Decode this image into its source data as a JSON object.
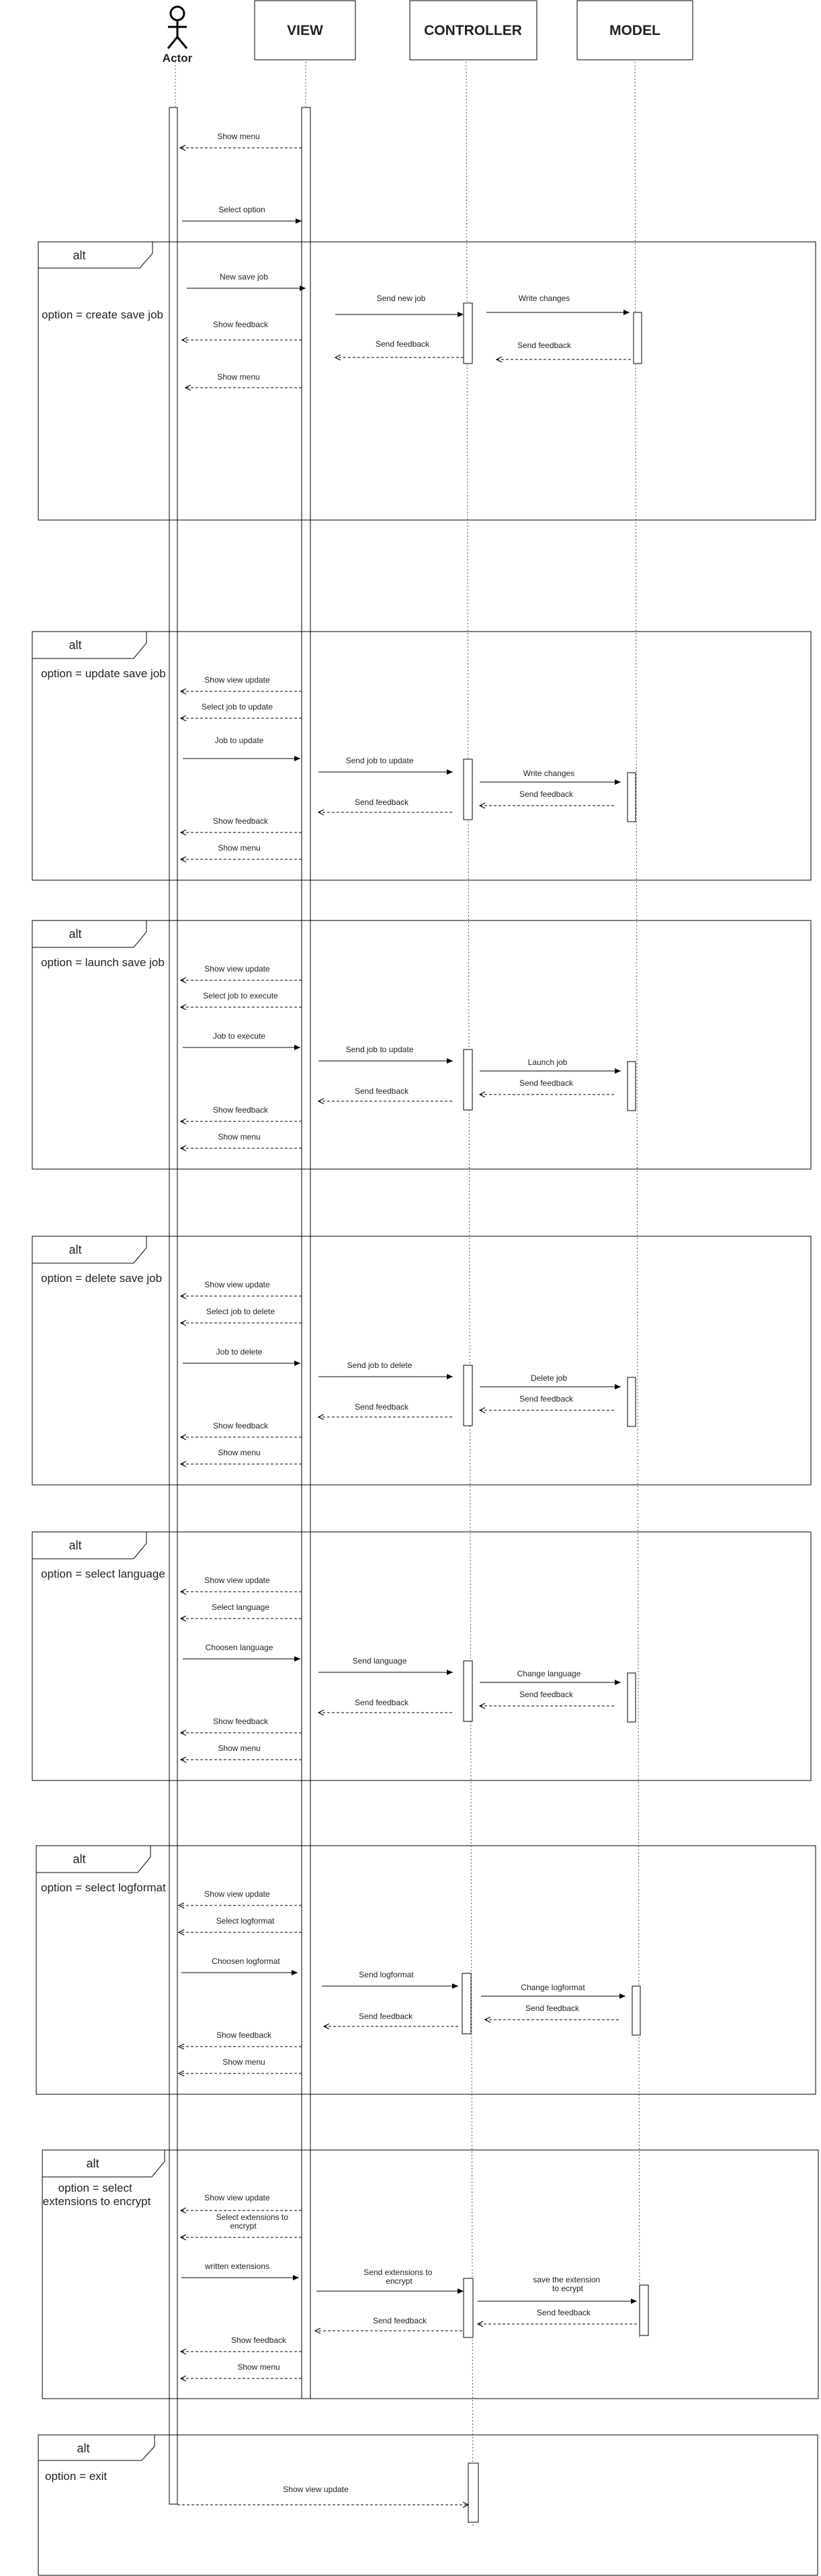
{
  "participants": [
    {
      "id": "actor",
      "label": "Actor"
    },
    {
      "id": "view",
      "label": "VIEW"
    },
    {
      "id": "controller",
      "label": "CONTROLLER"
    },
    {
      "id": "model",
      "label": "MODEL"
    }
  ],
  "intro_messages": [
    {
      "label": "Show menu",
      "from": "view",
      "to": "actor",
      "kind": "return"
    },
    {
      "label": "Select option",
      "from": "actor",
      "to": "view",
      "kind": "call"
    }
  ],
  "fragments": [
    {
      "operator": "alt",
      "condition": [
        "option = create save job"
      ],
      "messages": [
        {
          "label": [
            "New save job"
          ],
          "from": "actor",
          "to": "view",
          "kind": "call"
        },
        {
          "label": [
            "Send new job"
          ],
          "from": "view",
          "to": "controller",
          "kind": "call"
        },
        {
          "label": [
            "Write changes"
          ],
          "from": "controller",
          "to": "model",
          "kind": "call"
        },
        {
          "label": [
            "Show feedback"
          ],
          "from": "view",
          "to": "actor",
          "kind": "return"
        },
        {
          "label": [
            "Send feedback"
          ],
          "from": "model",
          "to": "controller",
          "kind": "return"
        },
        {
          "label": [
            "Send feedback"
          ],
          "from": "controller",
          "to": "view",
          "kind": "return"
        },
        {
          "label": [
            "Show menu"
          ],
          "from": "view",
          "to": "actor",
          "kind": "return"
        }
      ]
    },
    {
      "operator": "alt",
      "condition": [
        "option = update save job"
      ],
      "messages": [
        {
          "label": [
            "Show view update"
          ],
          "from": "view",
          "to": "actor",
          "kind": "return"
        },
        {
          "label": [
            "Select job to update"
          ],
          "from": "view",
          "to": "actor",
          "kind": "return"
        },
        {
          "label": [
            "Job to update"
          ],
          "from": "actor",
          "to": "view",
          "kind": "call"
        },
        {
          "label": [
            "Send job to update"
          ],
          "from": "view",
          "to": "controller",
          "kind": "call"
        },
        {
          "label": [
            "Write changes"
          ],
          "from": "controller",
          "to": "model",
          "kind": "call"
        },
        {
          "label": [
            "Send feedback"
          ],
          "from": "model",
          "to": "controller",
          "kind": "return"
        },
        {
          "label": [
            "Send feedback"
          ],
          "from": "controller",
          "to": "view",
          "kind": "return"
        },
        {
          "label": [
            "Show feedback"
          ],
          "from": "view",
          "to": "actor",
          "kind": "return"
        },
        {
          "label": [
            "Show menu"
          ],
          "from": "view",
          "to": "actor",
          "kind": "return"
        }
      ]
    },
    {
      "operator": "alt",
      "condition": [
        "option = launch save job"
      ],
      "messages": [
        {
          "label": [
            "Show view update"
          ],
          "from": "view",
          "to": "actor",
          "kind": "return"
        },
        {
          "label": [
            "Select job to execute"
          ],
          "from": "view",
          "to": "actor",
          "kind": "return"
        },
        {
          "label": [
            "Job to execute"
          ],
          "from": "actor",
          "to": "view",
          "kind": "call"
        },
        {
          "label": [
            "Send job to update"
          ],
          "from": "view",
          "to": "controller",
          "kind": "call"
        },
        {
          "label": [
            "Launch job"
          ],
          "from": "controller",
          "to": "model",
          "kind": "call"
        },
        {
          "label": [
            "Send feedback"
          ],
          "from": "model",
          "to": "controller",
          "kind": "return"
        },
        {
          "label": [
            "Send feedback"
          ],
          "from": "controller",
          "to": "view",
          "kind": "return"
        },
        {
          "label": [
            "Show feedback"
          ],
          "from": "view",
          "to": "actor",
          "kind": "return"
        },
        {
          "label": [
            "Show menu"
          ],
          "from": "view",
          "to": "actor",
          "kind": "return"
        }
      ]
    },
    {
      "operator": "alt",
      "condition": [
        "option = delete save job"
      ],
      "messages": [
        {
          "label": [
            "Show view update"
          ],
          "from": "view",
          "to": "actor",
          "kind": "return"
        },
        {
          "label": [
            "Select job to delete"
          ],
          "from": "view",
          "to": "actor",
          "kind": "return"
        },
        {
          "label": [
            "Job to delete"
          ],
          "from": "actor",
          "to": "view",
          "kind": "call"
        },
        {
          "label": [
            "Send job to delete"
          ],
          "from": "view",
          "to": "controller",
          "kind": "call"
        },
        {
          "label": [
            "Delete job"
          ],
          "from": "controller",
          "to": "model",
          "kind": "call"
        },
        {
          "label": [
            "Send feedback"
          ],
          "from": "model",
          "to": "controller",
          "kind": "return"
        },
        {
          "label": [
            "Send feedback"
          ],
          "from": "controller",
          "to": "view",
          "kind": "return"
        },
        {
          "label": [
            "Show feedback"
          ],
          "from": "view",
          "to": "actor",
          "kind": "return"
        },
        {
          "label": [
            "Show menu"
          ],
          "from": "view",
          "to": "actor",
          "kind": "return"
        }
      ]
    },
    {
      "operator": "alt",
      "condition": [
        "option = select language"
      ],
      "messages": [
        {
          "label": [
            "Show view update"
          ],
          "from": "view",
          "to": "actor",
          "kind": "return"
        },
        {
          "label": [
            "Select language"
          ],
          "from": "view",
          "to": "actor",
          "kind": "return"
        },
        {
          "label": [
            "Choosen language"
          ],
          "from": "actor",
          "to": "view",
          "kind": "call"
        },
        {
          "label": [
            "Send language"
          ],
          "from": "view",
          "to": "controller",
          "kind": "call"
        },
        {
          "label": [
            "Change language"
          ],
          "from": "controller",
          "to": "model",
          "kind": "call"
        },
        {
          "label": [
            "Send feedback"
          ],
          "from": "model",
          "to": "controller",
          "kind": "return"
        },
        {
          "label": [
            "Send feedback"
          ],
          "from": "controller",
          "to": "view",
          "kind": "return"
        },
        {
          "label": [
            "Show feedback"
          ],
          "from": "view",
          "to": "actor",
          "kind": "return"
        },
        {
          "label": [
            "Show menu"
          ],
          "from": "view",
          "to": "actor",
          "kind": "return"
        }
      ]
    },
    {
      "operator": "alt",
      "condition": [
        "option = select logformat"
      ],
      "messages": [
        {
          "label": [
            "Show view update"
          ],
          "from": "view",
          "to": "actor",
          "kind": "return"
        },
        {
          "label": [
            "Select logformat"
          ],
          "from": "view",
          "to": "actor",
          "kind": "return"
        },
        {
          "label": [
            "Choosen logformat"
          ],
          "from": "actor",
          "to": "view",
          "kind": "call"
        },
        {
          "label": [
            "Send logformat"
          ],
          "from": "view",
          "to": "controller",
          "kind": "call"
        },
        {
          "label": [
            "Change logformat"
          ],
          "from": "controller",
          "to": "model",
          "kind": "call"
        },
        {
          "label": [
            "Send feedback"
          ],
          "from": "model",
          "to": "controller",
          "kind": "return"
        },
        {
          "label": [
            "Send feedback"
          ],
          "from": "controller",
          "to": "view",
          "kind": "return"
        },
        {
          "label": [
            "Show feedback"
          ],
          "from": "view",
          "to": "actor",
          "kind": "return"
        },
        {
          "label": [
            "Show menu"
          ],
          "from": "view",
          "to": "actor",
          "kind": "return"
        }
      ]
    },
    {
      "operator": "alt",
      "condition": [
        "option = select",
        "extensions to encrypt"
      ],
      "messages": [
        {
          "label": [
            "Show view update"
          ],
          "from": "view",
          "to": "actor",
          "kind": "return"
        },
        {
          "label": [
            "Select extensions to",
            "encrypt"
          ],
          "from": "view",
          "to": "actor",
          "kind": "return"
        },
        {
          "label": [
            "written extensions"
          ],
          "from": "actor",
          "to": "view",
          "kind": "call"
        },
        {
          "label": [
            "Send extensions to",
            "encrypt"
          ],
          "from": "view",
          "to": "controller",
          "kind": "call"
        },
        {
          "label": [
            "save the extension",
            "to ecrypt"
          ],
          "from": "controller",
          "to": "model",
          "kind": "call"
        },
        {
          "label": [
            "Send feedback"
          ],
          "from": "model",
          "to": "controller",
          "kind": "return"
        },
        {
          "label": [
            "Send feedback"
          ],
          "from": "controller",
          "to": "view",
          "kind": "return"
        },
        {
          "label": [
            "Show feedback"
          ],
          "from": "view",
          "to": "actor",
          "kind": "return"
        },
        {
          "label": [
            "Show menu"
          ],
          "from": "view",
          "to": "actor",
          "kind": "return"
        }
      ]
    },
    {
      "operator": "alt",
      "condition": [
        "option = exit"
      ],
      "messages": [
        {
          "label": [
            "Show view update"
          ],
          "from": "actor",
          "to": "controller",
          "kind": "return"
        }
      ]
    }
  ]
}
